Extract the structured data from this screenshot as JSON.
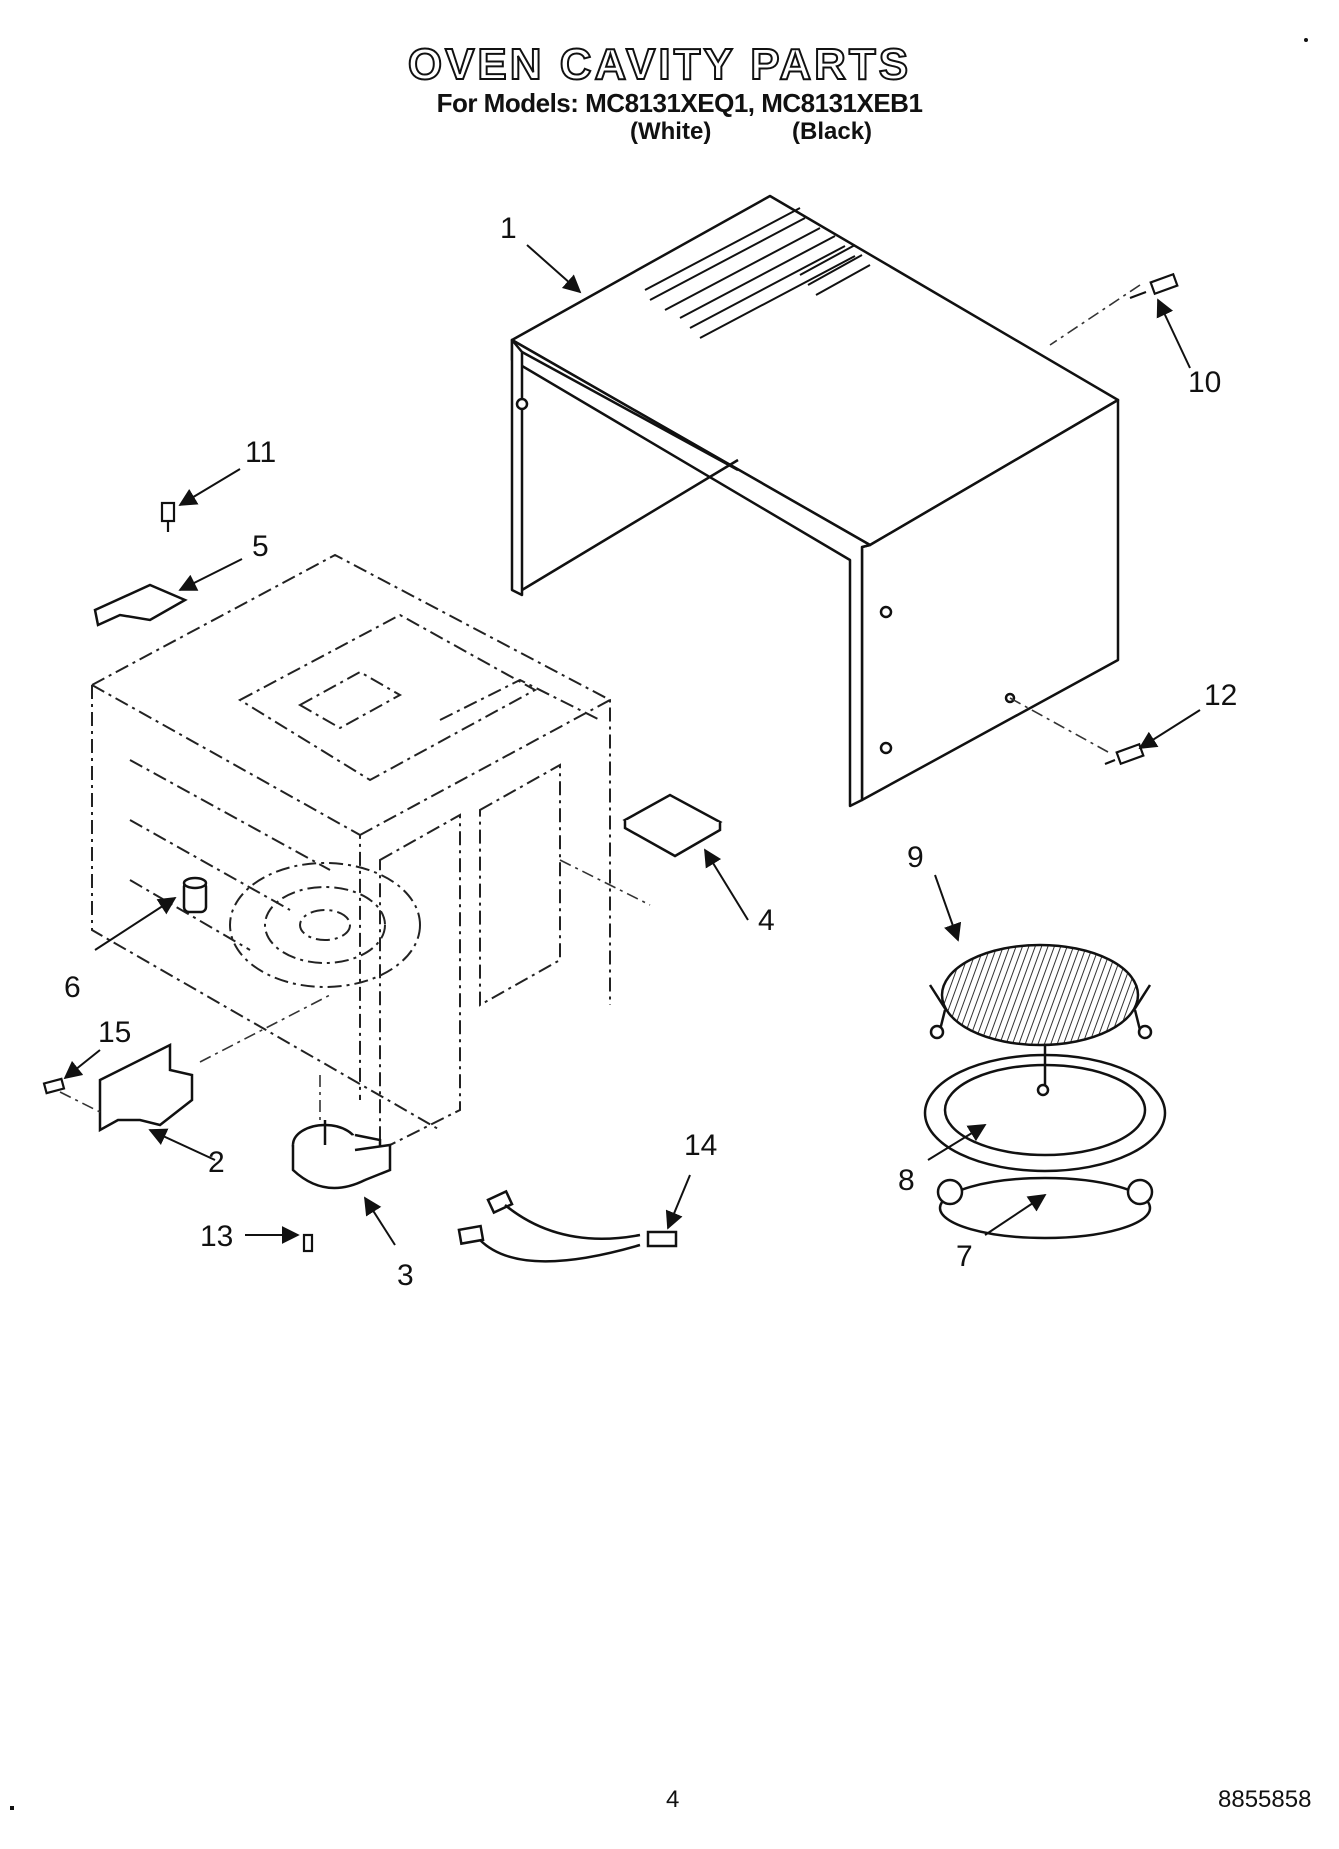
{
  "header": {
    "title": "OVEN CAVITY PARTS",
    "models_line": "For Models: MC8131XEQ1, MC8131XEB1",
    "color_white": "(White)",
    "color_black": "(Black)"
  },
  "callouts": [
    "1",
    "2",
    "3",
    "4",
    "5",
    "6",
    "7",
    "8",
    "9",
    "10",
    "11",
    "12",
    "13",
    "14",
    "15"
  ],
  "footer": {
    "page_number": "4",
    "doc_number": "8855858"
  }
}
